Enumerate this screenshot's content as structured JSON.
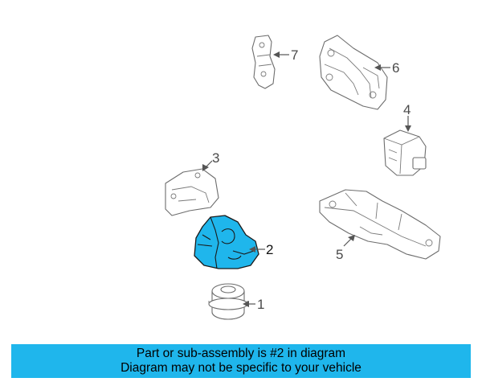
{
  "callouts": {
    "part1": "1",
    "part2": "2",
    "part3": "3",
    "part4": "4",
    "part5": "5",
    "part6": "6",
    "part7": "7"
  },
  "highlighted_part": "2",
  "colors": {
    "highlight": "#1fb6ec",
    "banner": "#1fb6ec",
    "line_art": "#6d6d6d"
  },
  "banner": {
    "line1": "Part or sub-assembly is #2 in diagram",
    "line2": "Diagram may not be specific to your vehicle"
  }
}
